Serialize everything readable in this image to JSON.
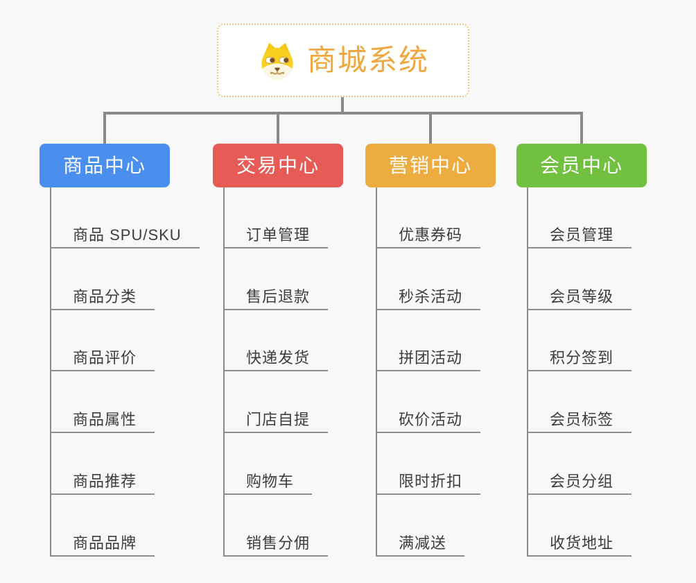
{
  "root": {
    "title": "商城系统",
    "icon": "dog-face-icon"
  },
  "colors": {
    "background": "#f8f8f8",
    "connector": "#8a8a8a",
    "root_title": "#f0a73f",
    "root_border": "#f3c87e",
    "child_text": "#3c3c3c",
    "child_underline": "#8e8e8e",
    "branch_text": "#ffffff"
  },
  "branches": [
    {
      "id": "product-center",
      "label": "商品中心",
      "color": "#4a8eee",
      "children": [
        "商品 SPU/SKU",
        "商品分类",
        "商品评价",
        "商品属性",
        "商品推荐",
        "商品品牌"
      ]
    },
    {
      "id": "trade-center",
      "label": "交易中心",
      "color": "#e65b55",
      "children": [
        "订单管理",
        "售后退款",
        "快递发货",
        "门店自提",
        "购物车",
        "销售分佣"
      ]
    },
    {
      "id": "marketing-center",
      "label": "营销中心",
      "color": "#edac40",
      "children": [
        "优惠券码",
        "秒杀活动",
        "拼团活动",
        "砍价活动",
        "限时折扣",
        "满减送"
      ]
    },
    {
      "id": "member-center",
      "label": "会员中心",
      "color": "#71c040",
      "children": [
        "会员管理",
        "会员等级",
        "积分签到",
        "会员标签",
        "会员分组",
        "收货地址"
      ]
    }
  ]
}
